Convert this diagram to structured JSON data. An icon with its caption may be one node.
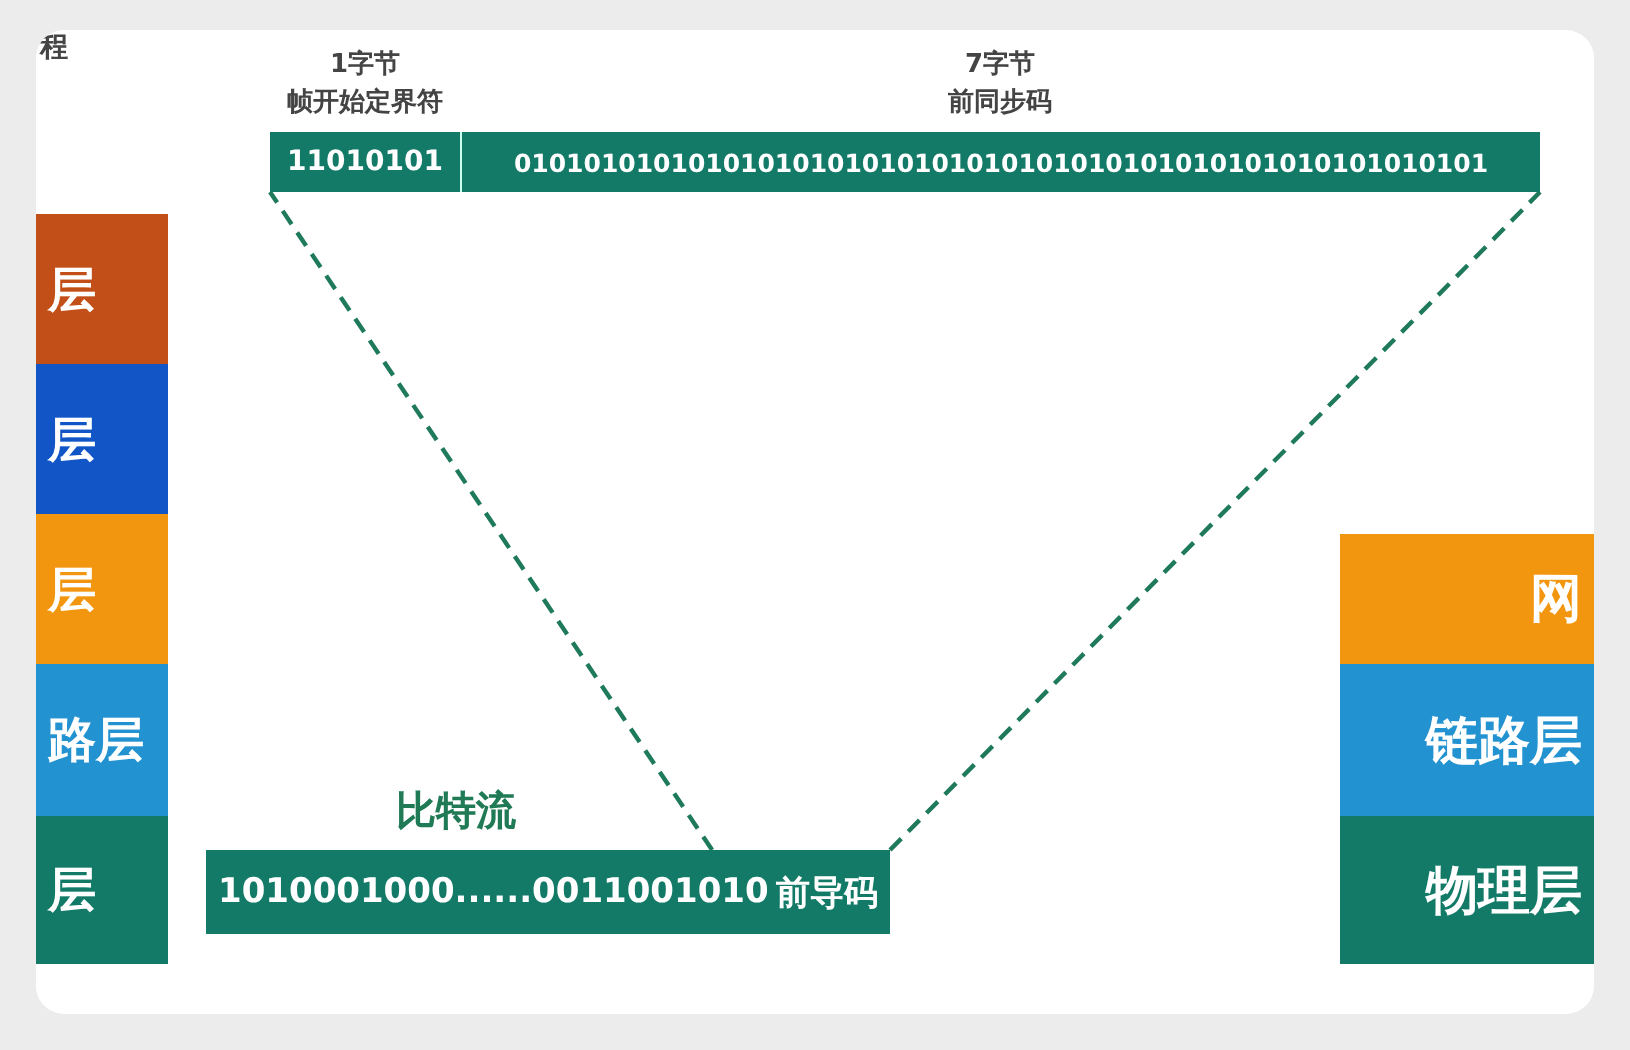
{
  "diagram": {
    "nodes": [
      {
        "text": [
          "11010101"
        ],
        "beside": [
          "1字节",
          "帧开始定界符"
        ]
      },
      {
        "text": [
          "01010101010101010101010101010101010101010101010101010101"
        ],
        "beside": [
          "7字节",
          "前同步码"
        ]
      },
      {
        "text": [
          "1010001000......0011001010",
          "前导码"
        ],
        "beside": [
          "比特流"
        ]
      },
      {
        "text": [
          "层"
        ]
      },
      {
        "text": [
          "层"
        ]
      },
      {
        "text": [
          "层"
        ]
      },
      {
        "text": [
          "路层"
        ]
      },
      {
        "text": [
          "层"
        ]
      },
      {
        "text": [
          "网"
        ]
      },
      {
        "text": [
          "链路层"
        ]
      },
      {
        "text": [
          "物理层"
        ]
      }
    ],
    "edges": [
      {
        "from": 2,
        "to": 0,
        "arrow": "none",
        "style": "dashed"
      },
      {
        "from": 2,
        "to": 1,
        "arrow": "none",
        "style": "dashed"
      }
    ],
    "labels": [
      "程"
    ]
  }
}
